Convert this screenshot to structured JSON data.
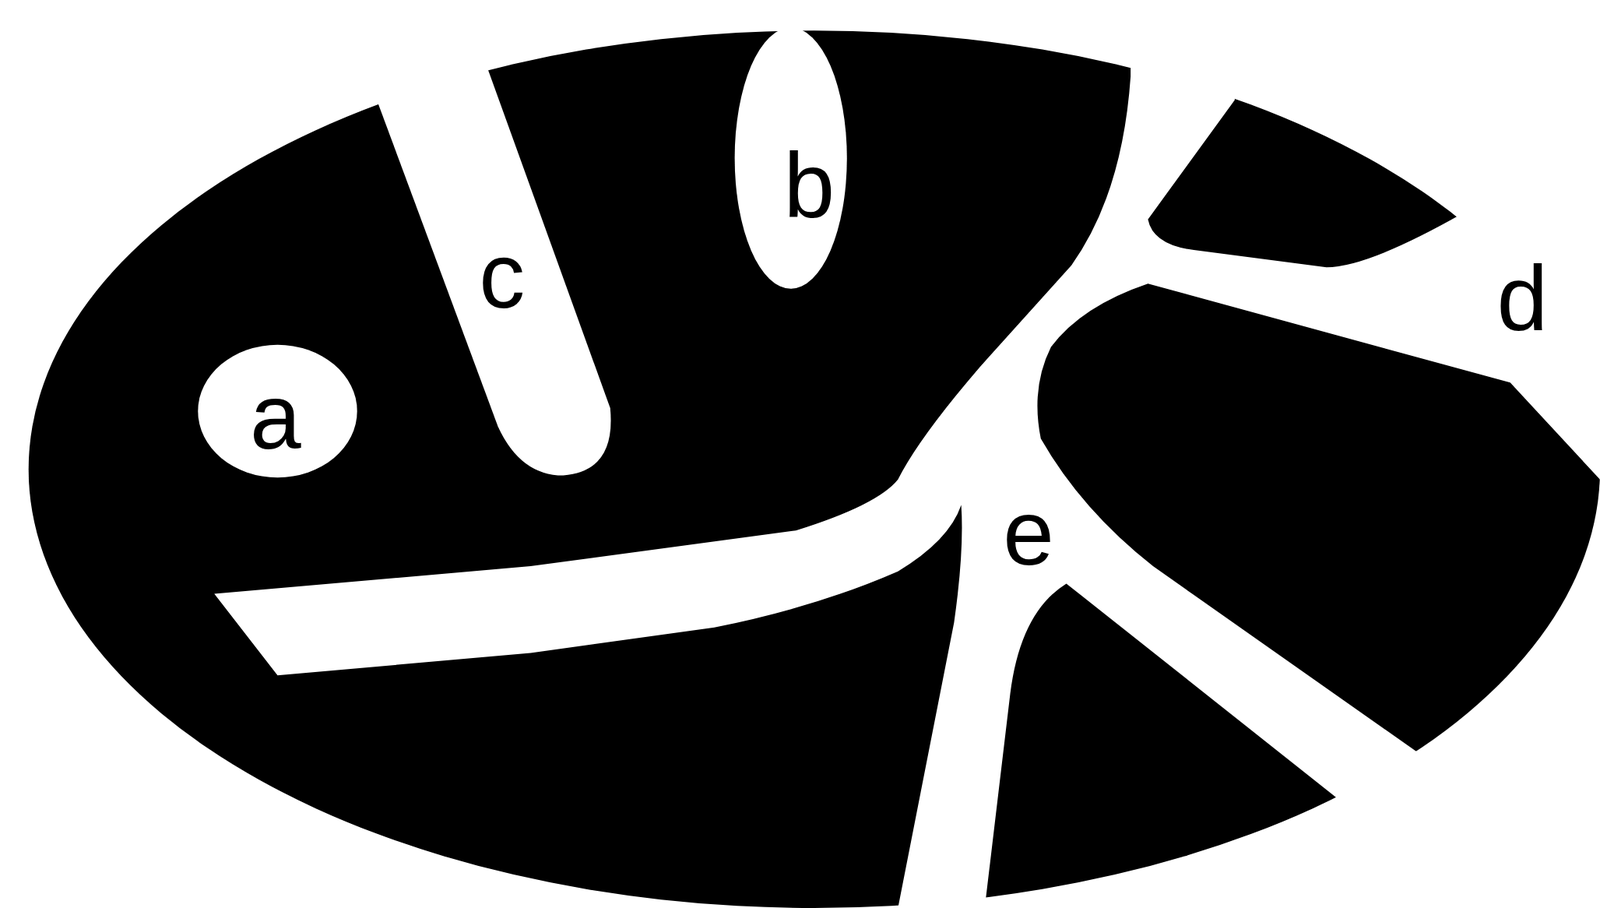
{
  "diagram": {
    "labels": [
      "b",
      "c",
      "d",
      "a",
      "e"
    ]
  }
}
